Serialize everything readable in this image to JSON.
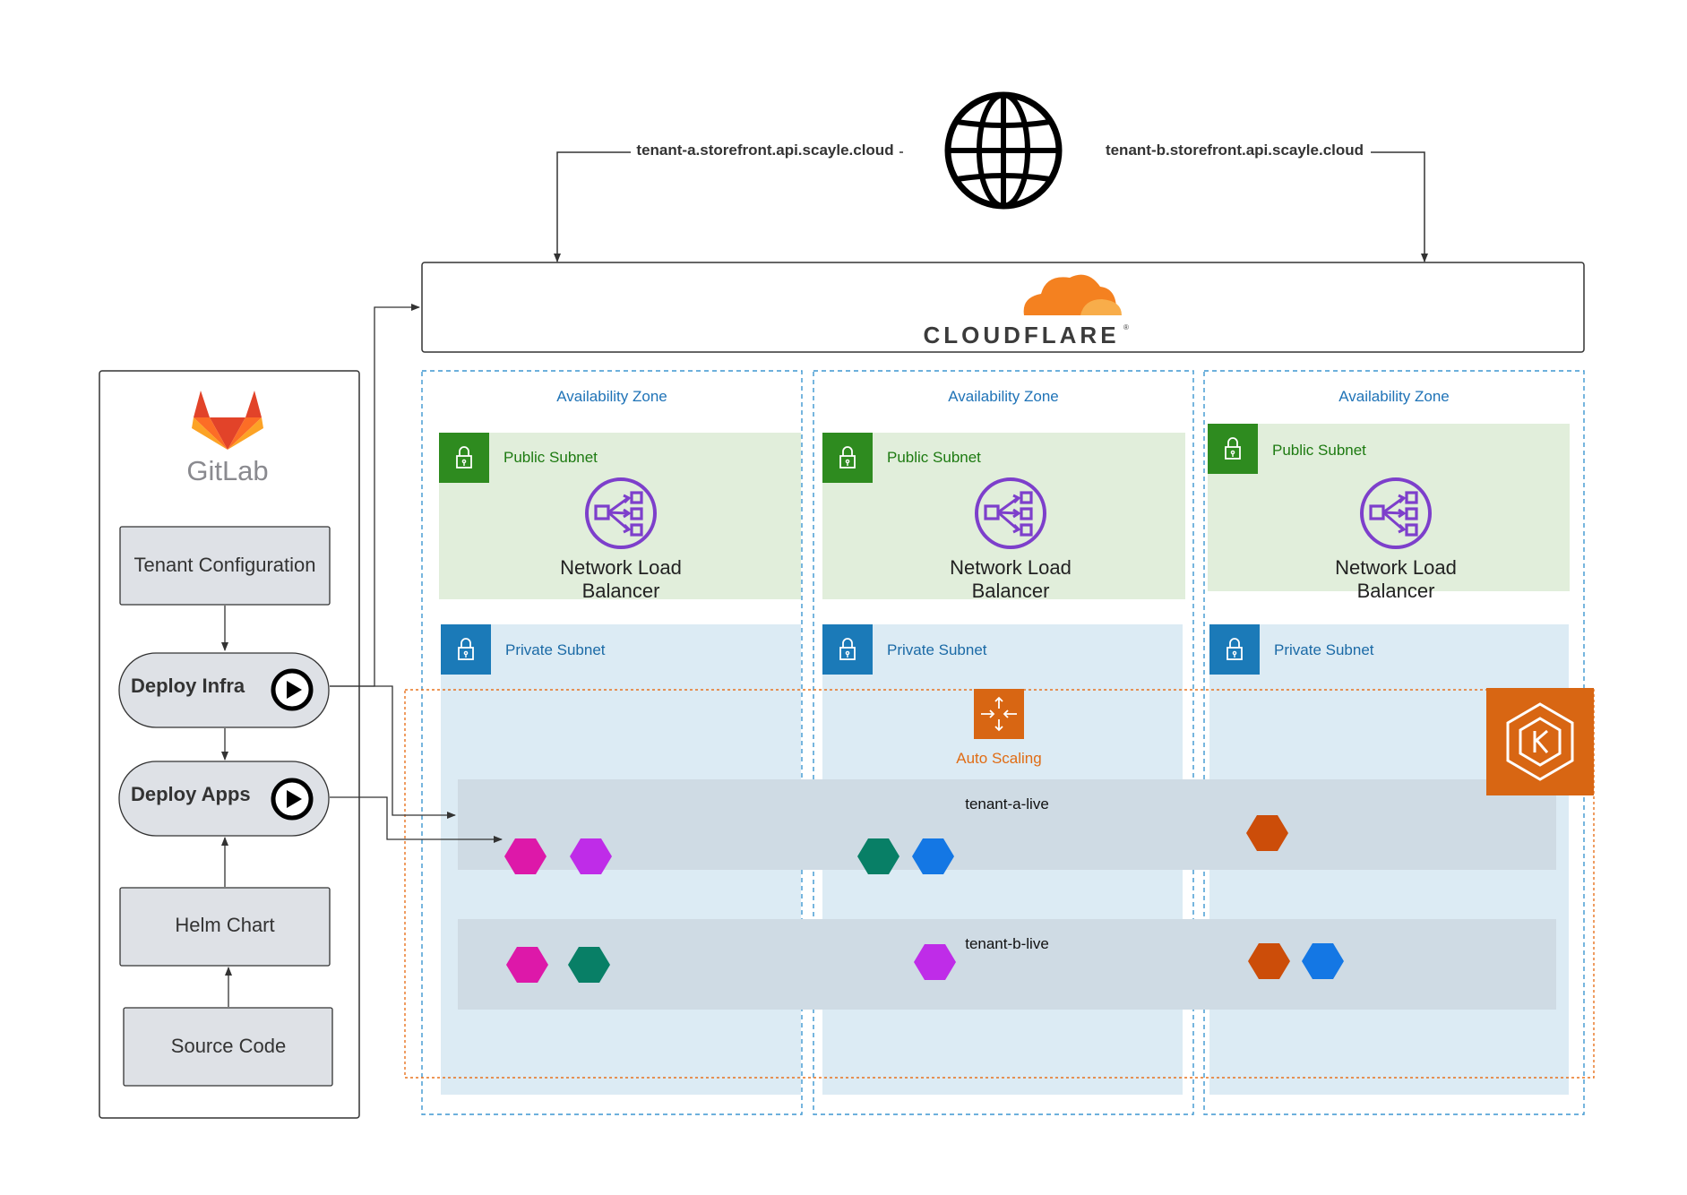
{
  "internet": {
    "route_a_label": "tenant-a.storefront.api.scayle.cloud",
    "route_b_label": "tenant-b.storefront.api.scayle.cloud",
    "globe_icon": "globe-icon"
  },
  "cloudflare": {
    "wordmark": "CLOUDFLARE",
    "trademark": "®"
  },
  "gitlab": {
    "wordmark": "GitLab",
    "steps": {
      "tenant_config": "Tenant Configuration",
      "deploy_infra": "Deploy Infra",
      "deploy_apps": "Deploy Apps",
      "helm_chart": "Helm Chart",
      "source_code": "Source Code"
    }
  },
  "zones": [
    {
      "title": "Availability Zone",
      "public_subnet": "Public Subnet",
      "nlb_line1": "Network Load",
      "nlb_line2": "Balancer",
      "private_subnet": "Private Subnet"
    },
    {
      "title": "Availability Zone",
      "public_subnet": "Public Subnet",
      "nlb_line1": "Network Load",
      "nlb_line2": "Balancer",
      "private_subnet": "Private Subnet"
    },
    {
      "title": "Availability Zone",
      "public_subnet": "Public Subnet",
      "nlb_line1": "Network Load",
      "nlb_line2": "Balancer",
      "private_subnet": "Private Subnet"
    }
  ],
  "autoscaling": {
    "label": "Auto Scaling"
  },
  "namespaces": {
    "tenant_a": "tenant-a-live",
    "tenant_b": "tenant-b-live"
  },
  "colors": {
    "zone_border": "#3d96d0",
    "zone_title": "#1f73b7",
    "public_fill": "#e1eedb",
    "public_green": "#2e8b1f",
    "public_text": "#1d7a11",
    "private_fill": "#dcebf4",
    "private_blue": "#1b7ab8",
    "private_text": "#1b6aa6",
    "namespace_fill": "#cfdbe4",
    "nlb_purple": "#7d3fcb",
    "aws_orange": "#d86613",
    "autoscaling_text": "#e06c14",
    "pod_pink": "#dd18a9",
    "pod_purple": "#bf2ce8",
    "pod_teal": "#087f66",
    "pod_blue": "#1477e4",
    "pod_orange": "#cc4d09",
    "cloudflare_orange": "#f48120",
    "cloudflare_light": "#f8ad4a",
    "gitlab_red": "#e24329",
    "gitlab_orange": "#fc6d26",
    "gitlab_yellow": "#fca326"
  }
}
